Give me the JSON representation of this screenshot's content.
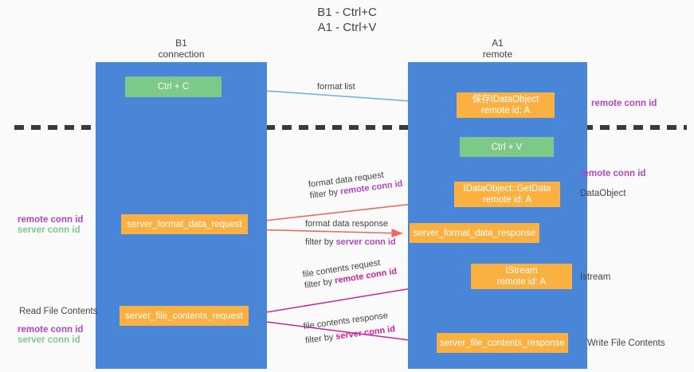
{
  "title": {
    "line1": "B1 - Ctrl+C",
    "line2": "A1 - Ctrl+V"
  },
  "lanes": [
    {
      "id": "b1",
      "name": "B1",
      "sub": "connection"
    },
    {
      "id": "a1",
      "name": "A1",
      "sub": "remote"
    }
  ],
  "nodes": {
    "ctrl_c": {
      "line1": "Ctrl + C",
      "line2": ""
    },
    "save_dataobj": {
      "line1": "保存IDataObject",
      "line2": "remote id: A"
    },
    "ctrl_v": {
      "line1": "Ctrl + V",
      "line2": ""
    },
    "getdata": {
      "line1": "IDataObject::GetData",
      "line2": "remote id: A"
    },
    "fmt_req": {
      "line1": "server_format_data_request",
      "line2": ""
    },
    "fmt_resp": {
      "line1": "server_format_data_response",
      "line2": ""
    },
    "istream": {
      "line1": "IStream",
      "line2": "remote id: A"
    },
    "file_req": {
      "line1": "server_file_contents_request",
      "line2": ""
    },
    "file_resp": {
      "line1": "server_file_contents_response",
      "line2": ""
    }
  },
  "edges": {
    "format_list": {
      "label": "format list"
    },
    "fmt_data_req": {
      "label": "format data request",
      "filter_prefix": "filter by ",
      "filter_key": "remote conn id"
    },
    "fmt_data_resp": {
      "label": "format data response",
      "filter_prefix": "filter by ",
      "filter_key": "server conn id"
    },
    "file_req": {
      "label": "file contents request",
      "filter_prefix": "filter by ",
      "filter_key": "remote conn id"
    },
    "file_resp": {
      "label": "file contents response",
      "filter_prefix": "filter by ",
      "filter_key": "server conn id"
    }
  },
  "annotations": {
    "right_remote_conn_top": "remote conn id",
    "right_remote_conn_mid": "remote conn id",
    "right_dataobject": "DataObject",
    "right_istream": "Istream",
    "right_write_file": "Write File Contents",
    "left_remote_conn": "remote conn id",
    "left_server_conn": "server conn id",
    "left_read_file": "Read File Contents",
    "left_remote_conn2": "remote conn id",
    "left_server_conn2": "server conn id"
  },
  "colors": {
    "lane": "#4a86d8",
    "green": "#7dc98a",
    "orange": "#fbb042",
    "purple": "#b146c2",
    "magenta": "#c9249c",
    "red": "#ed6a63",
    "lightblue": "#6fb3e0",
    "divider": "#3a3a3a"
  }
}
